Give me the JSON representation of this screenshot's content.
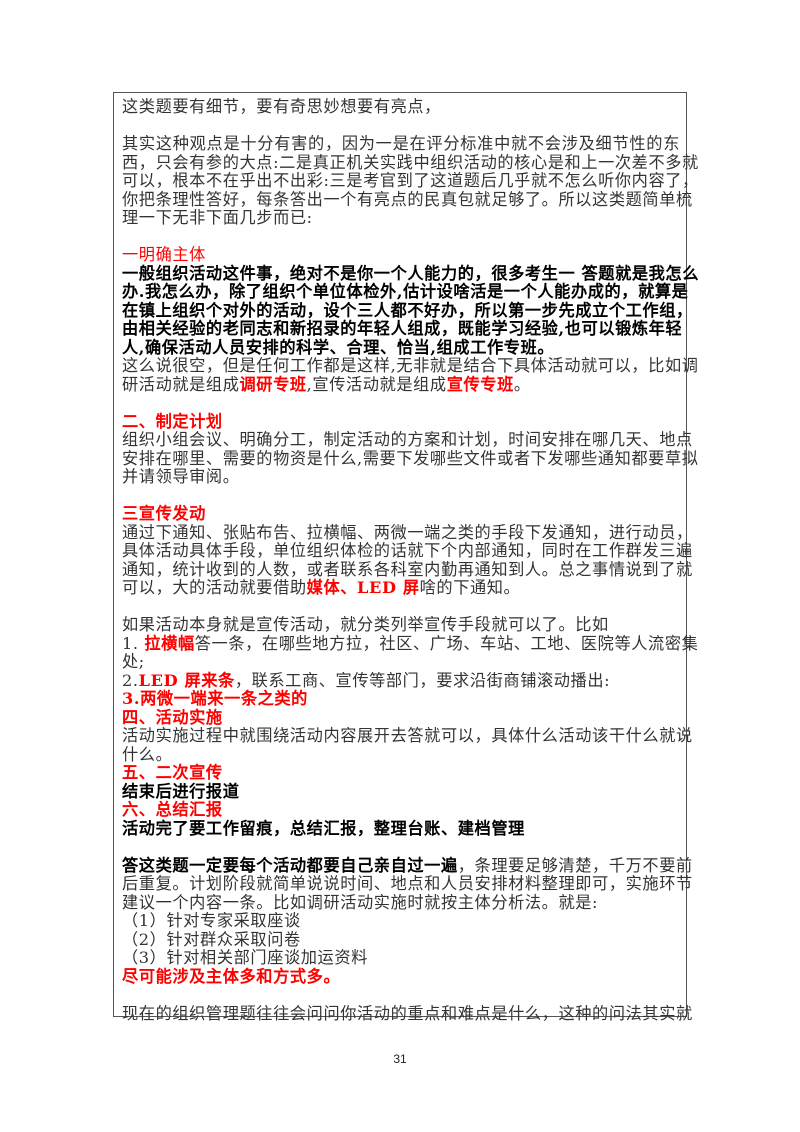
{
  "page_number": "31",
  "lines": [
    {
      "last": true,
      "segs": [
        {
          "t": "这类题要有细节，要有奇思妙想要有亮点，",
          "s": "n"
        }
      ]
    },
    {
      "blank": true
    },
    {
      "segs": [
        {
          "t": "其实这种观点是十分有害的，因为一是在评分标准中就不会涉及细节性的东",
          "s": "n"
        }
      ]
    },
    {
      "segs": [
        {
          "t": "西，只会有参的大点:二是真正机关实践中组织活动的核心是和上一次差不多就",
          "s": "n"
        }
      ]
    },
    {
      "segs": [
        {
          "t": "可以，根本不在乎出不出彩:三是考官到了这道题后几乎就不怎么听你内容了，",
          "s": "n"
        }
      ]
    },
    {
      "segs": [
        {
          "t": "你把条理性答好，每条答出一个有亮点的民真包就足够了。所以这类题简单梳",
          "s": "n"
        }
      ]
    },
    {
      "last": true,
      "segs": [
        {
          "t": "理一下无非下面几步而已:",
          "s": "n"
        }
      ]
    },
    {
      "blank": true
    },
    {
      "last": true,
      "segs": [
        {
          "t": "一明确主体",
          "s": "r"
        }
      ]
    },
    {
      "segs": [
        {
          "t": "一般组织活动这件事，绝对不是你一个人能力的，很多考生一 答题就是我怎么",
          "s": "b"
        }
      ]
    },
    {
      "segs": [
        {
          "t": "办.我怎么办，除了组织个单位体检外,估计设啥活是一个人能办成的，就算是",
          "s": "b"
        }
      ]
    },
    {
      "segs": [
        {
          "t": "在镇上组织个对外的活动，设个三人都不好办，所以第一步先成立个工作组，",
          "s": "b"
        }
      ]
    },
    {
      "segs": [
        {
          "t": "由相关经验的老同志和新招录的年轻人组成，既能学习经验,也可以锻炼年轻",
          "s": "b"
        }
      ]
    },
    {
      "last": true,
      "segs": [
        {
          "t": "人,确保活动人员安排的科学、合理、恰当,组成工作专班。",
          "s": "b"
        }
      ]
    },
    {
      "segs": [
        {
          "t": "这么说很空，但是任何工作都是这样,无非就是结合下具体活动就可以，比如调",
          "s": "n"
        }
      ]
    },
    {
      "last": true,
      "segs": [
        {
          "t": "研活动就是组成",
          "s": "n"
        },
        {
          "t": "调研专班",
          "s": "rb"
        },
        {
          "t": ",宣传活动就是组成",
          "s": "n"
        },
        {
          "t": "宣传专班",
          "s": "rb"
        },
        {
          "t": "。",
          "s": "n"
        }
      ]
    },
    {
      "blank": true
    },
    {
      "last": true,
      "segs": [
        {
          "t": "二、制定计划",
          "s": "rb"
        }
      ]
    },
    {
      "segs": [
        {
          "t": "组织小组会议、明确分工，制定活动的方案和计划，时间安排在哪几天、地点",
          "s": "n"
        }
      ]
    },
    {
      "segs": [
        {
          "t": "安排在哪里、需要的物资是什么,需要下发哪些文件或者下发哪些通知都要草拟",
          "s": "n"
        }
      ]
    },
    {
      "last": true,
      "segs": [
        {
          "t": "并请领导审阅。",
          "s": "n"
        }
      ]
    },
    {
      "blank": true
    },
    {
      "last": true,
      "segs": [
        {
          "t": "三宣传发动",
          "s": "rb"
        }
      ]
    },
    {
      "segs": [
        {
          "t": "通过下通知、张贴布告、拉横幅、两微一端之类的手段下发通知，进行动员，",
          "s": "n"
        }
      ]
    },
    {
      "segs": [
        {
          "t": "具体活动具体手段，单位组织体检的话就下个内部通知，同时在工作群发三遍",
          "s": "n"
        }
      ]
    },
    {
      "segs": [
        {
          "t": "通知，统计收到的人数，或者联系各科室内勤再通知到人。总之事情说到了就",
          "s": "n"
        }
      ]
    },
    {
      "last": true,
      "segs": [
        {
          "t": "可以，大的活动就要借助",
          "s": "n"
        },
        {
          "t": "媒体、LED 屏",
          "s": "rb"
        },
        {
          "t": "啥的下通知。",
          "s": "n"
        }
      ]
    },
    {
      "blank": true
    },
    {
      "last": true,
      "segs": [
        {
          "t": "如果活动本身就是宣传活动，就分类列举宣传手段就可以了。比如",
          "s": "n"
        }
      ]
    },
    {
      "segs": [
        {
          "t": "1. ",
          "s": "n"
        },
        {
          "t": "拉横幅",
          "s": "rb"
        },
        {
          "t": "答一条，在哪些地方拉，社区、广场、车站、工地、医院等人流密集",
          "s": "n"
        }
      ]
    },
    {
      "last": true,
      "segs": [
        {
          "t": "处;",
          "s": "n"
        }
      ]
    },
    {
      "last": true,
      "segs": [
        {
          "t": "2.",
          "s": "n"
        },
        {
          "t": "LED 屏来条",
          "s": "rb"
        },
        {
          "t": "，联系工商、宣传等部门，要求沿街商铺滚动播出:",
          "s": "n"
        }
      ]
    },
    {
      "last": true,
      "segs": [
        {
          "t": "3.两微一端来一条之类的",
          "s": "rb"
        }
      ]
    },
    {
      "last": true,
      "segs": [
        {
          "t": "四、活动实施",
          "s": "rb"
        }
      ]
    },
    {
      "segs": [
        {
          "t": "活动实施过程中就围绕活动内容展开去答就可以，具体什么活动该干什么就说",
          "s": "n"
        }
      ]
    },
    {
      "last": true,
      "segs": [
        {
          "t": "什么。",
          "s": "n"
        }
      ]
    },
    {
      "last": true,
      "segs": [
        {
          "t": "五、二次宣传",
          "s": "rb"
        }
      ]
    },
    {
      "last": true,
      "segs": [
        {
          "t": "结束后进行报道",
          "s": "b"
        }
      ]
    },
    {
      "last": true,
      "segs": [
        {
          "t": "六、总结汇报",
          "s": "rb"
        }
      ]
    },
    {
      "last": true,
      "segs": [
        {
          "t": "活动完了要工作留痕，总结汇报，整理台账、建档管理",
          "s": "b"
        }
      ]
    },
    {
      "blank": true
    },
    {
      "segs": [
        {
          "t": "答这类题一定要每个活动都要自己亲自过一遍",
          "s": "b"
        },
        {
          "t": "，条理要足够清楚，千万不要前",
          "s": "n"
        }
      ]
    },
    {
      "segs": [
        {
          "t": "后重复。计划阶段就简单说说时间、地点和人员安排材料整理即可，实施环节",
          "s": "n"
        }
      ]
    },
    {
      "last": true,
      "segs": [
        {
          "t": "建议一个内容一条。比如调研活动实施时就按主体分析法。就是:",
          "s": "n"
        }
      ]
    },
    {
      "last": true,
      "segs": [
        {
          "t": "（1）针对专家采取座谈",
          "s": "n"
        }
      ]
    },
    {
      "last": true,
      "segs": [
        {
          "t": "（2）针对群众采取问卷",
          "s": "n"
        }
      ]
    },
    {
      "last": true,
      "segs": [
        {
          "t": "（3）针对相关部门座谈加运资料",
          "s": "n"
        }
      ]
    },
    {
      "last": true,
      "segs": [
        {
          "t": "尽可能涉及主体多和方式多。",
          "s": "rb"
        }
      ]
    },
    {
      "blank": true
    },
    {
      "segs": [
        {
          "t": "现在的组织管理题往往会问问你活动的重点和难点是什么，这种的问法其实就",
          "s": "n"
        }
      ]
    }
  ]
}
